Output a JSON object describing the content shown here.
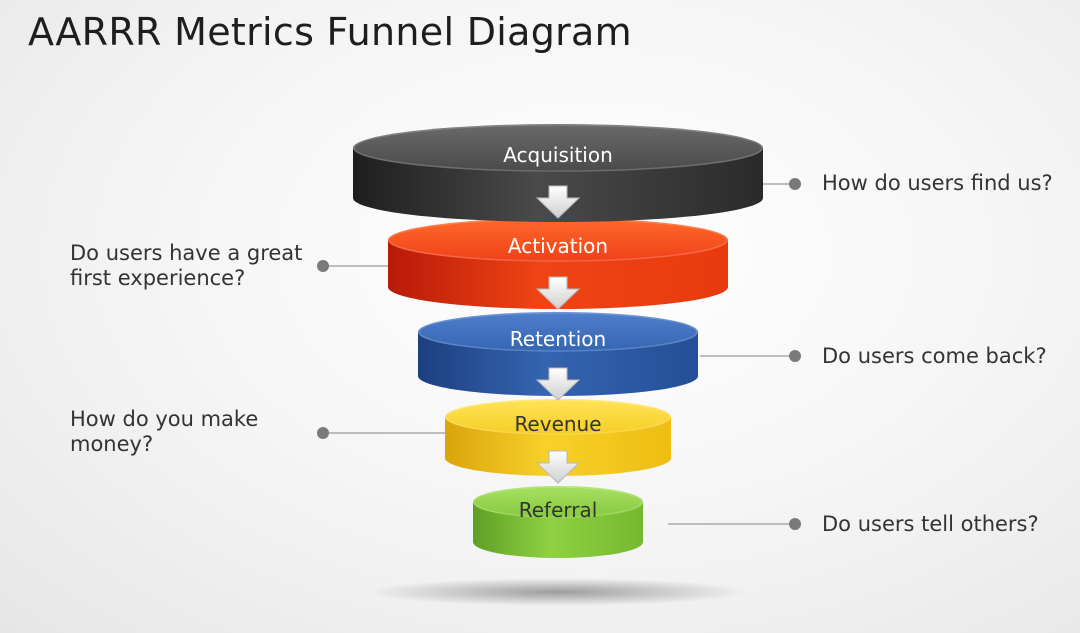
{
  "title": "AARRR Metrics Funnel Diagram",
  "stages": [
    {
      "label": "Acquisition",
      "question": "How do users find us?",
      "color": "#3c3c3c",
      "text_color": "#ffffff"
    },
    {
      "label": "Activation",
      "question": "Do users have a great first experience?",
      "color": "#e8300f",
      "text_color": "#ffffff"
    },
    {
      "label": "Retention",
      "question": "Do users come back?",
      "color": "#2c58a4",
      "text_color": "#ffffff"
    },
    {
      "label": "Revenue",
      "question": "How do you make money?",
      "color": "#f2c21c",
      "text_color": "#333333"
    },
    {
      "label": "Referral",
      "question": "Do users tell others?",
      "color": "#7cc235",
      "text_color": "#333333"
    }
  ]
}
